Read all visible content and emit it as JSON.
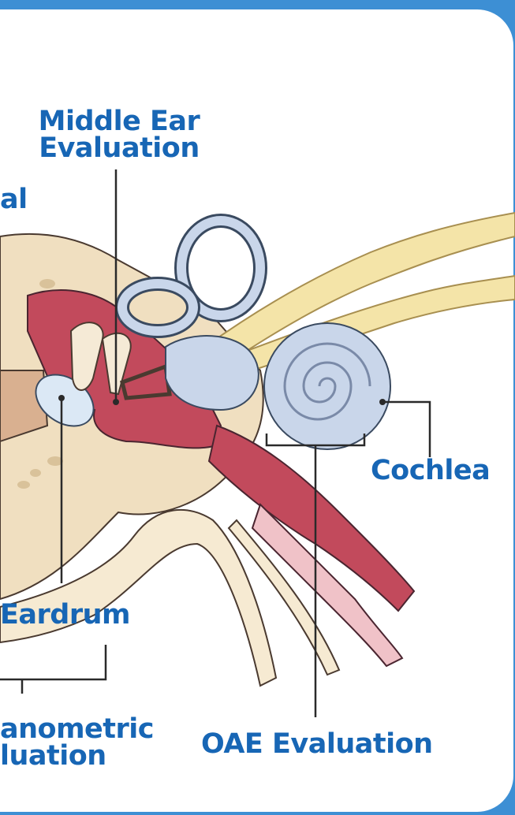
{
  "labels": {
    "middle_ear": "Middle Ear\nEvaluation",
    "ear_canal_partial": "al",
    "eardrum": "Eardrum",
    "cochlea": "Cochlea",
    "tympanometric_partial": "anometric\nluation",
    "oae": "OAE Evaluation"
  },
  "colors": {
    "frame": "#3d8fd4",
    "label_text": "#1766b5",
    "leader_line": "#2a2a2a",
    "canal_red": "#c24a5c",
    "bone": "#f0dfc0",
    "inner_ear": "#c9d6ea",
    "nerve": "#f4e4a8"
  }
}
